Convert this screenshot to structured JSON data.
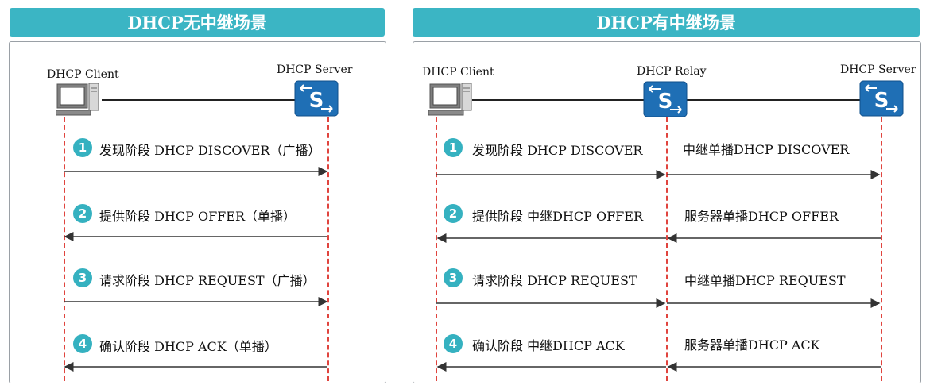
{
  "left": {
    "title": "DHCP无中继场景",
    "client_label": "DHCP Client",
    "server_label": "DHCP Server",
    "steps": [
      {
        "num": "1",
        "text": "发现阶段 DHCP DISCOVER（广播）"
      },
      {
        "num": "2",
        "text": "提供阶段 DHCP OFFER（单播）"
      },
      {
        "num": "3",
        "text": "请求阶段 DHCP REQUEST（广播）"
      },
      {
        "num": "4",
        "text": "确认阶段 DHCP ACK（单播）"
      }
    ]
  },
  "right": {
    "title": "DHCP有中继场景",
    "client_label": "DHCP Client",
    "relay_label": "DHCP Relay",
    "server_label": "DHCP Server",
    "steps": [
      {
        "num": "1",
        "text": "发现阶段 DHCP DISCOVER",
        "relay_text": "中继单播DHCP DISCOVER"
      },
      {
        "num": "2",
        "text": "提供阶段  中继DHCP OFFER",
        "relay_text": "服务器单播DHCP OFFER"
      },
      {
        "num": "3",
        "text": "请求阶段 DHCP REQUEST",
        "relay_text": "中继单播DHCP REQUEST"
      },
      {
        "num": "4",
        "text": "确认阶段 中继DHCP ACK",
        "relay_text": "服务器单播DHCP ACK"
      }
    ]
  },
  "colors": {
    "header": "#3bb5c4",
    "badge": "#35b1c0",
    "lifeline": "#e0443e",
    "switch": "#1f6fb5"
  },
  "icons": {
    "client": "computer-icon",
    "server": "switch-icon",
    "relay": "switch-icon"
  }
}
